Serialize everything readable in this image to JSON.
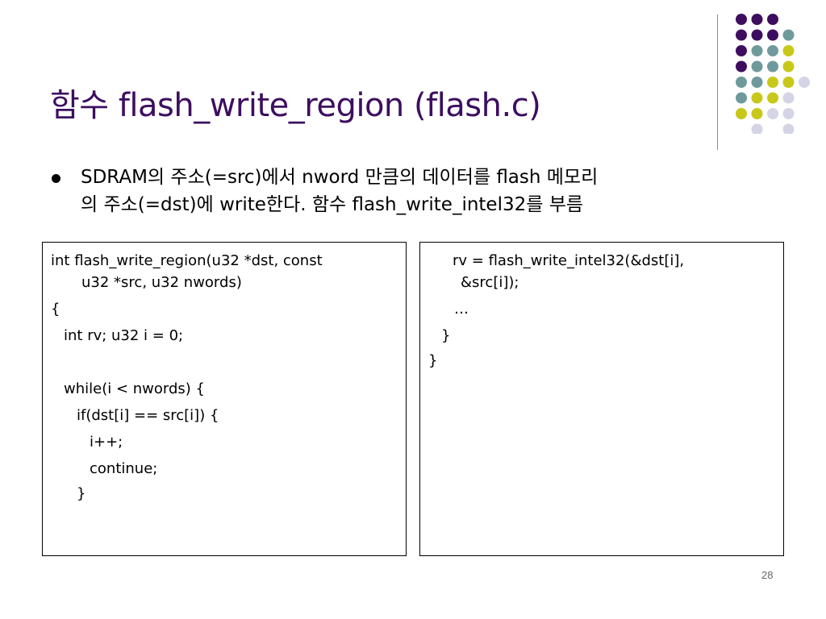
{
  "slide": {
    "title": "함수 flash_write_region (flash.c)",
    "bullet_line_1": "SDRAM의 주소(=src)에서 nword 만큼의 데이터를 flash 메모리",
    "bullet_line_2": "의 주소(=dst)에 write한다. 함수 flash_write_intel32를 부름",
    "page_number": "28"
  },
  "code_left": [
    "int flash_write_region(u32 *dst, const",
    "u32 *src, u32 nwords)",
    "{",
    "int rv; u32 i = 0;",
    "while(i < nwords) {",
    "if(dst[i] == src[i]) {",
    "i++;",
    "continue;",
    "}"
  ],
  "code_right": [
    "rv = flash_write_intel32(&dst[i],",
    "&src[i]);",
    "…",
    "}",
    "}"
  ],
  "colors": {
    "title": "#3d0e60",
    "dot_purple": "#3d0e60",
    "dot_teal": "#6f9a9b",
    "dot_yellow": "#c8c81a",
    "dot_lavender": "#d4d4e6"
  }
}
